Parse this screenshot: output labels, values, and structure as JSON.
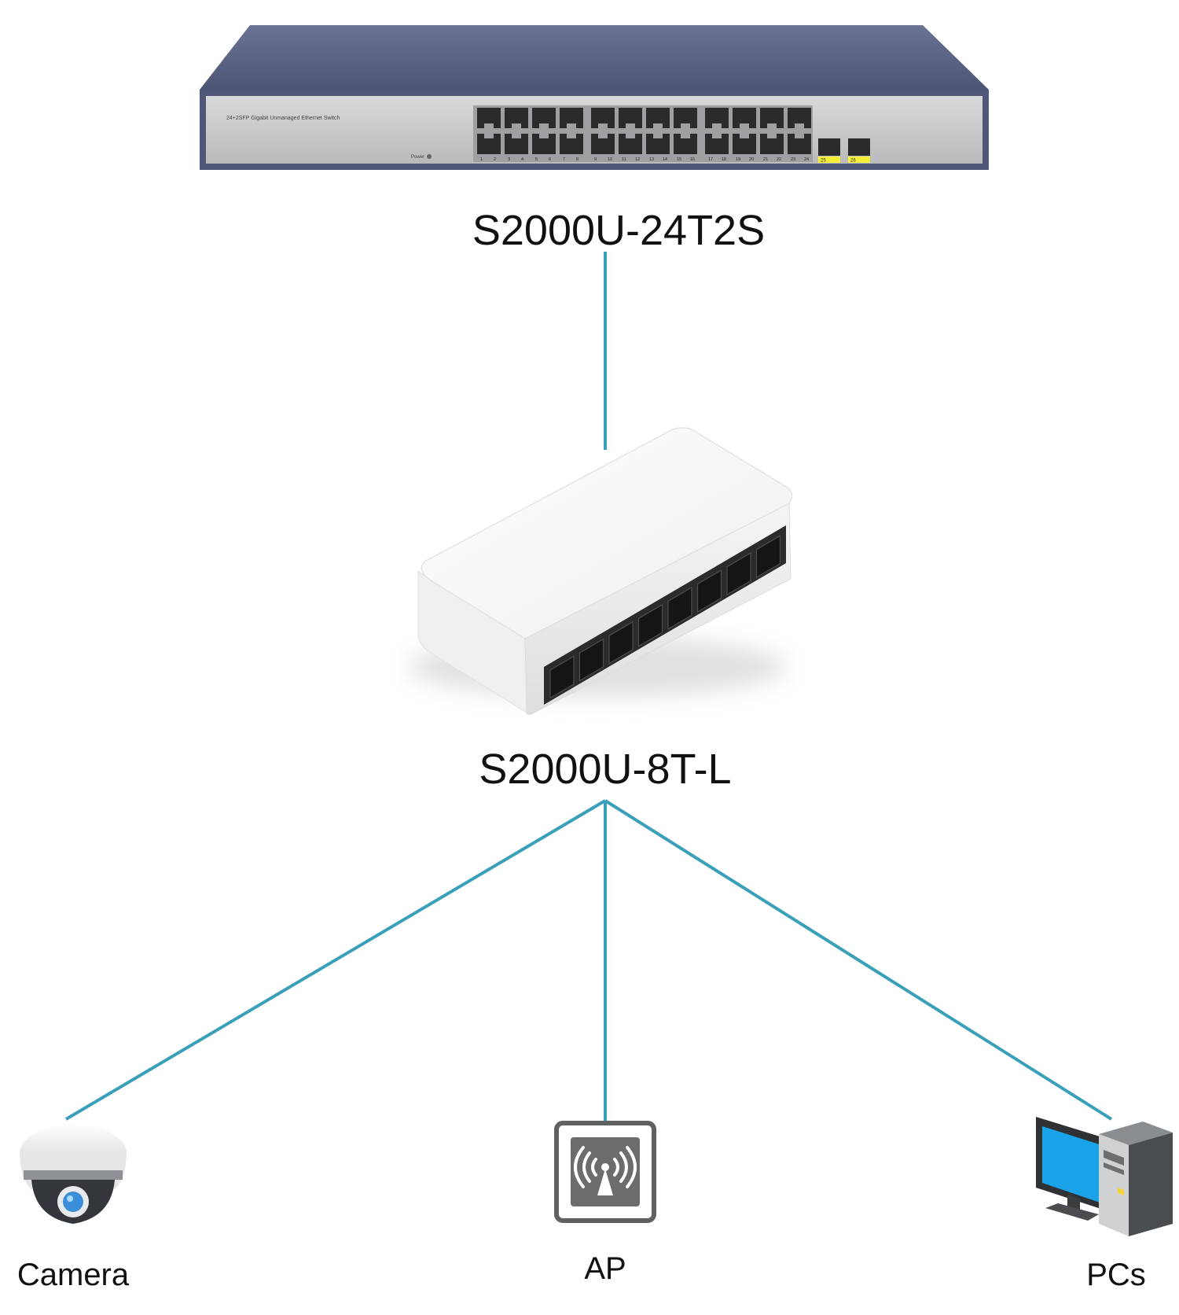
{
  "core_switch": {
    "model": "S2000U-24T2S",
    "panel_text": "24+2SFP Gigabit Unmanaged Ethernet Switch",
    "power_label": "Power",
    "port_labels": [
      "1",
      "2",
      "3",
      "4",
      "5",
      "6",
      "7",
      "8",
      "9",
      "10",
      "11",
      "12",
      "13",
      "14",
      "15",
      "16",
      "17",
      "18",
      "19",
      "20",
      "21",
      "22",
      "23",
      "24"
    ],
    "sfp_labels": [
      "25",
      "26"
    ]
  },
  "access_switch": {
    "model": "S2000U-8T-L"
  },
  "endpoints": {
    "camera": {
      "label": "Camera"
    },
    "ap": {
      "label": "AP"
    },
    "pcs": {
      "label": "PCs"
    }
  },
  "colors": {
    "link": "#3aa0b9",
    "chassis_top": "#5f6786",
    "front_panel": "#c9cacc",
    "port": "#2b2b2b",
    "sfp_led": "#f4ee3a",
    "monitor_screen": "#1aa3e8",
    "tower": "#4a4d4f"
  }
}
